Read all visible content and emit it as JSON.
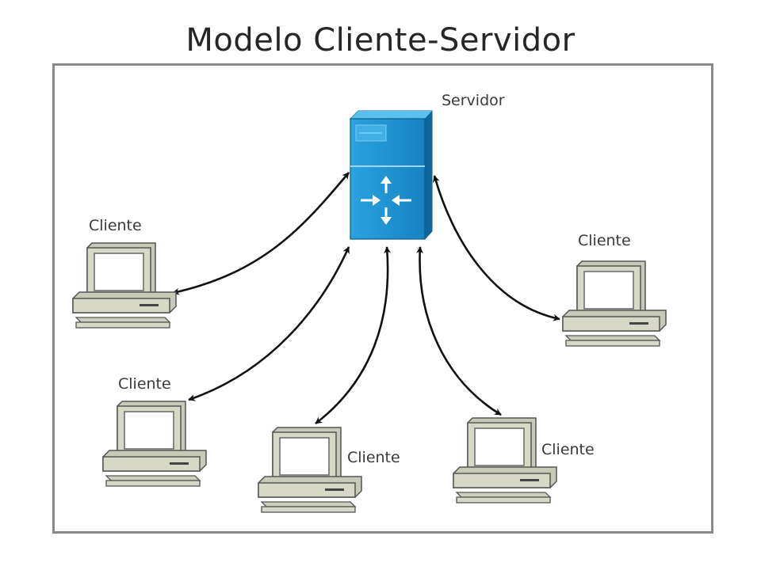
{
  "title": "Modelo Cliente-Servidor",
  "server": {
    "label": "Servidor",
    "icon": "server-icon",
    "color": "#1a8fd0"
  },
  "clients": [
    {
      "label": "Cliente",
      "icon": "computer-icon"
    },
    {
      "label": "Cliente",
      "icon": "computer-icon"
    },
    {
      "label": "Cliente",
      "icon": "computer-icon"
    },
    {
      "label": "Cliente",
      "icon": "computer-icon"
    },
    {
      "label": "Cliente",
      "icon": "computer-icon"
    }
  ],
  "connection": {
    "type": "bidirectional-arrow",
    "icon": "double-arrow-icon"
  }
}
